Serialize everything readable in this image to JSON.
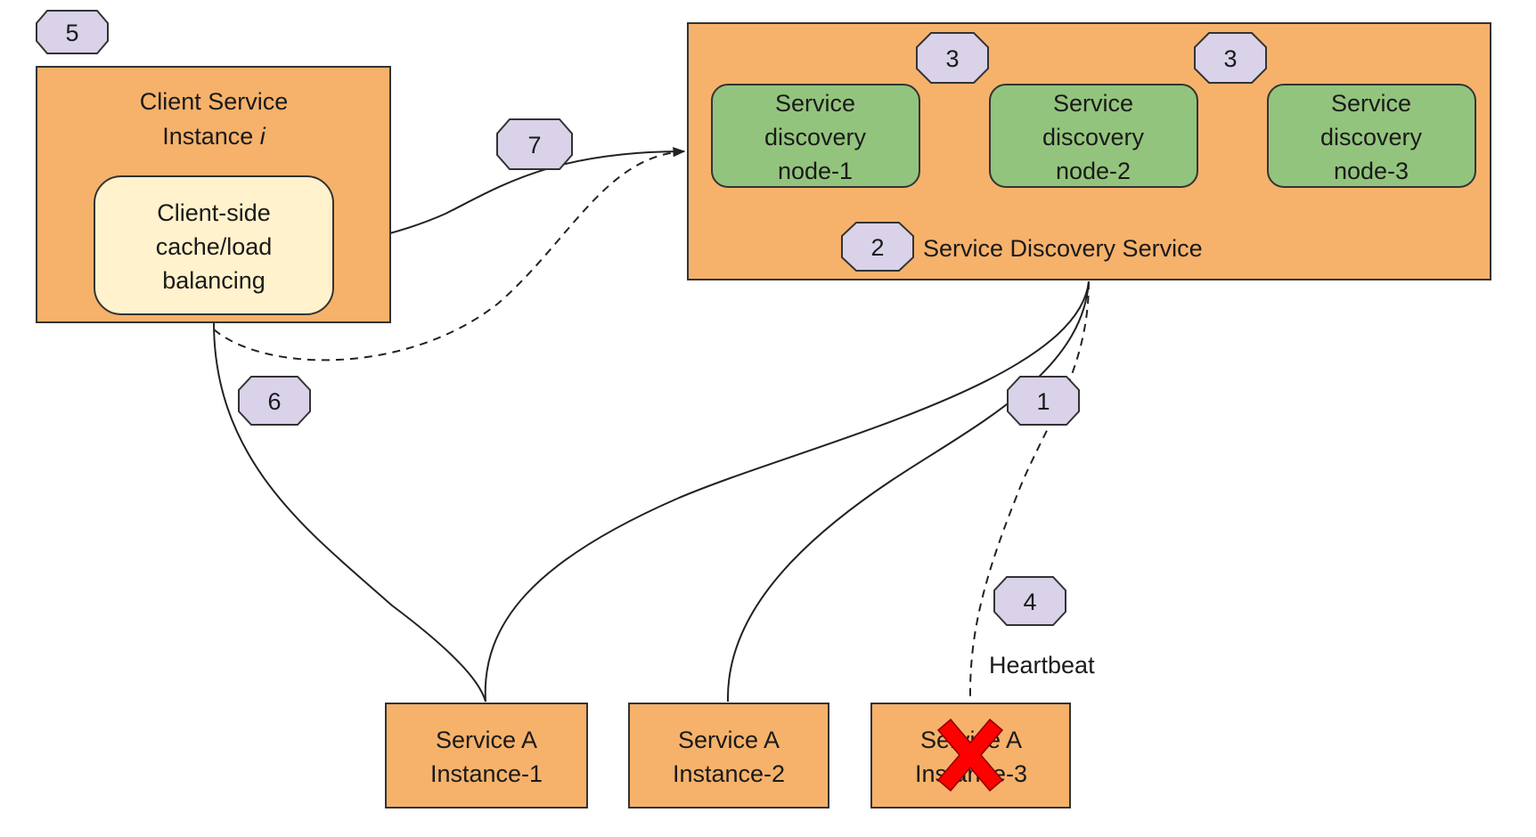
{
  "colors": {
    "container_fill": "#f6b26b",
    "node_fill": "#93c47d",
    "cache_fill": "#fff2cc",
    "badge_fill": "#d9d2e9",
    "stroke": "#333333",
    "x_mark": "#ff0000"
  },
  "client": {
    "title_line1": "Client Service",
    "title_line2_prefix": "Instance ",
    "title_line2_italic": "i",
    "cache_line1": "Client-side",
    "cache_line2": "cache/load",
    "cache_line3": "balancing"
  },
  "discovery_service": {
    "label": "Service Discovery Service",
    "nodes": [
      {
        "line1": "Service",
        "line2": "discovery",
        "line3": "node-1"
      },
      {
        "line1": "Service",
        "line2": "discovery",
        "line3": "node-2"
      },
      {
        "line1": "Service",
        "line2": "discovery",
        "line3": "node-3"
      }
    ]
  },
  "instances": [
    {
      "line1": "Service A",
      "line2": "Instance-1",
      "failed": false
    },
    {
      "line1": "Service A",
      "line2": "Instance-2",
      "failed": false
    },
    {
      "line1": "Service A",
      "line2": "Instance-3",
      "failed": true
    }
  ],
  "badges": {
    "b1": "1",
    "b2": "2",
    "b3a": "3",
    "b3b": "3",
    "b4": "4",
    "b5": "5",
    "b6": "6",
    "b7": "7"
  },
  "labels": {
    "heartbeat": "Heartbeat"
  },
  "icons": {
    "failed_marker": "red-x-icon"
  }
}
